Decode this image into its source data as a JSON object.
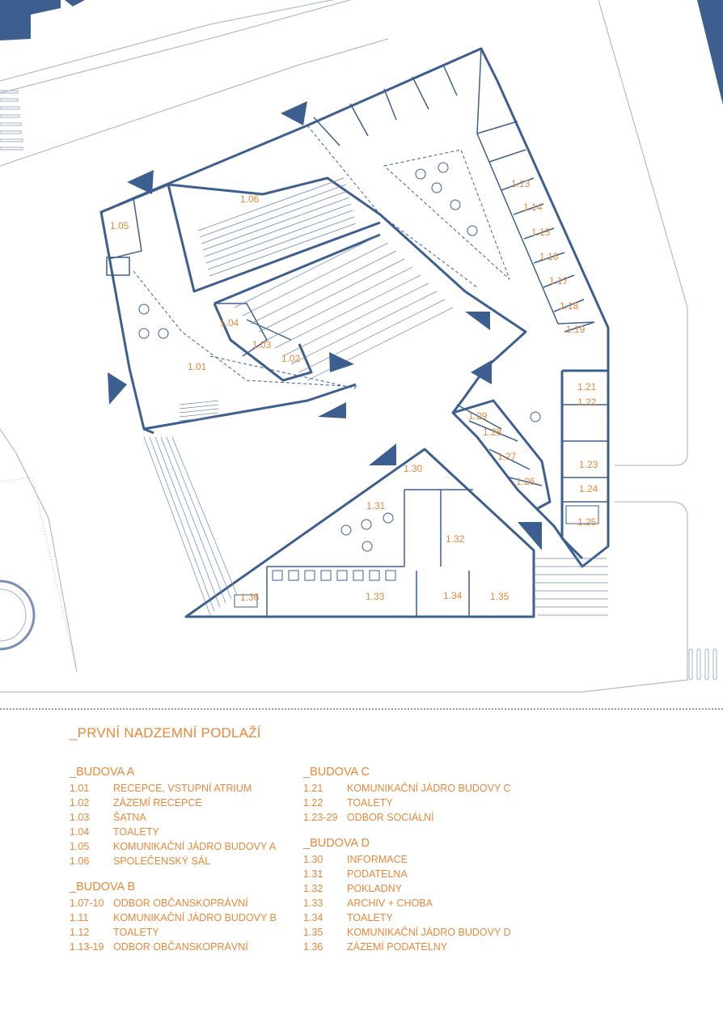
{
  "title": "_PRVNÍ NADZEMNÍ PODLAŽÍ",
  "colors": {
    "plan_line": "#3d5f8f",
    "accent": "#e8883a",
    "fill": "#e9eef5"
  },
  "room_labels": [
    "1.01",
    "1.02",
    "1.03",
    "1.04",
    "1.05",
    "1.06",
    "1.13",
    "1.14",
    "1.15",
    "1.16",
    "1.17",
    "1.18",
    "1.19",
    "1.21",
    "1.22",
    "1.23",
    "1.24",
    "1.25",
    "1.26",
    "1.27",
    "1.28",
    "1.29",
    "1.30",
    "1.31",
    "1.32",
    "1.33",
    "1.34",
    "1.35",
    "1.36"
  ],
  "legend": {
    "column_left": [
      {
        "heading": "_BUDOVA A",
        "rows": [
          {
            "num": "1.01",
            "label": "RECEPCE, VSTUPNÍ ATRIUM"
          },
          {
            "num": "1.02",
            "label": "ZÁZEMÍ RECEPCE"
          },
          {
            "num": "1.03",
            "label": "ŠATNA"
          },
          {
            "num": "1.04",
            "label": "TOALETY"
          },
          {
            "num": "1.05",
            "label": "KOMUNIKAČNÍ JÁDRO BUDOVY A"
          },
          {
            "num": "1.06",
            "label": "SPOLEČENSKÝ SÁL"
          }
        ]
      },
      {
        "heading": "_BUDOVA B",
        "rows": [
          {
            "num": "1.07-10",
            "label": "ODBOR OBČANSKOPRÁVNÍ"
          },
          {
            "num": "1.11",
            "label": "KOMUNIKAČNÍ JÁDRO BUDOVY B"
          },
          {
            "num": "1.12",
            "label": "TOALETY"
          },
          {
            "num": "1.13-19",
            "label": "ODBOR OBČANSKOPRÁVNÍ"
          }
        ]
      }
    ],
    "column_right": [
      {
        "heading": "_BUDOVA C",
        "rows": [
          {
            "num": "1.21",
            "label": "KOMUNIKAČNÍ JÁDRO BUDOVY C"
          },
          {
            "num": "1.22",
            "label": "TOALETY"
          },
          {
            "num": "1.23-29",
            "label": "ODBOR SOCIÁLNÍ"
          }
        ]
      },
      {
        "heading": "_BUDOVA D",
        "rows": [
          {
            "num": "1.30",
            "label": "INFORMACE"
          },
          {
            "num": "1.31",
            "label": "PODATELNA"
          },
          {
            "num": "1.32",
            "label": "POKLADNY"
          },
          {
            "num": "1.33",
            "label": "ARCHIV + CHOBA"
          },
          {
            "num": "1.34",
            "label": "TOALETY"
          },
          {
            "num": "1.35",
            "label": "KOMUNIKAČNÍ JÁDRO BUDOVY D"
          },
          {
            "num": "1.36",
            "label": "ZÁZEMÍ PODATELNY"
          }
        ]
      }
    ]
  }
}
